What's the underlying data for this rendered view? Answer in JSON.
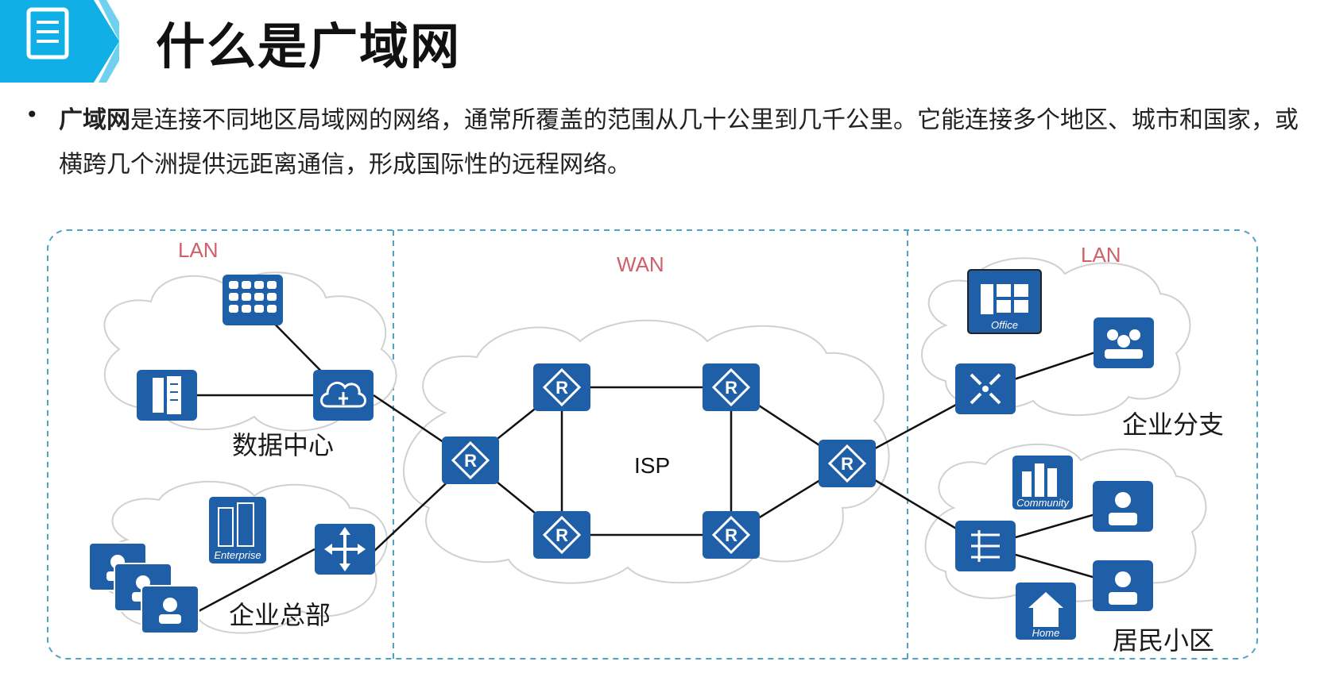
{
  "page": {
    "title": "什么是广域网",
    "bullet_bold": "广域网",
    "bullet_text": "是连接不同地区局域网的网络，通常所覆盖的范围从几十公里到几千公里。它能连接多个地区、城市和国家，或横跨几个洲提供远距离通信，形成国际性的远程网络。"
  },
  "diagram": {
    "zones": {
      "left": "LAN",
      "middle": "WAN",
      "right": "LAN"
    },
    "labels": {
      "datacenter": "数据中心",
      "hq": "企业总部",
      "branch": "企业分支",
      "residential": "居民小区",
      "isp": "ISP"
    },
    "icon_tags": {
      "office": "Office",
      "enterprise": "Enterprise",
      "community": "Community",
      "home": "Home"
    },
    "colors": {
      "icon": "#1f5fa8",
      "dashed_border": "#4fa3c4",
      "banner": "#10b0e6",
      "zone_label": "#d0606a"
    }
  }
}
